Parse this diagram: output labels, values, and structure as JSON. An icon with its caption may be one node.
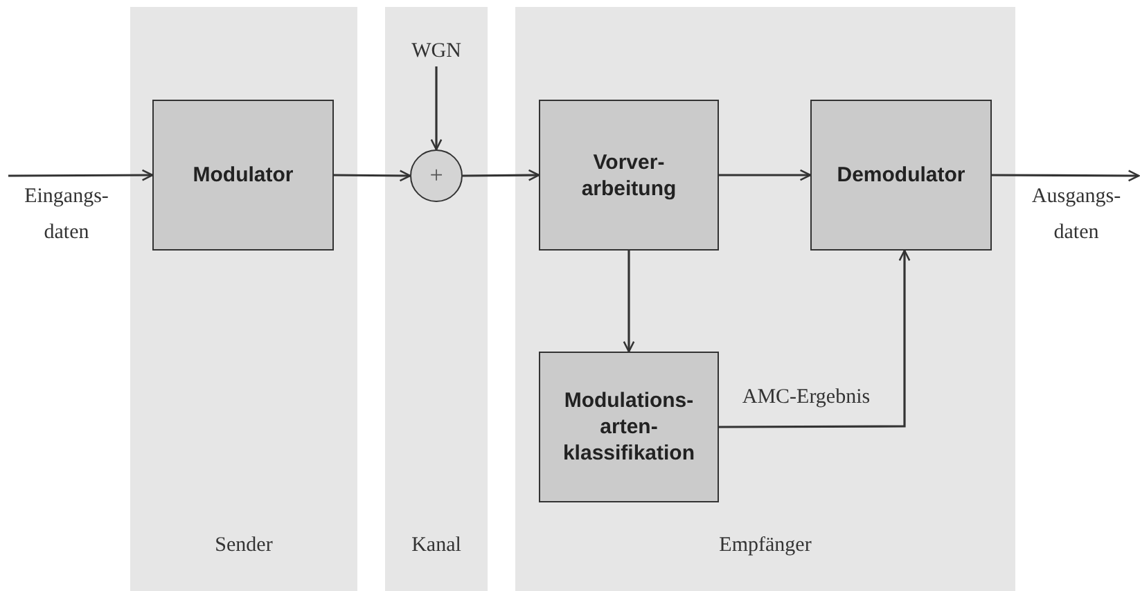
{
  "diagram": {
    "nodes": [
      {
        "text": [
          "Sender"
        ]
      },
      {
        "text": [
          "Kanal"
        ]
      },
      {
        "text": [
          "Empfänger"
        ]
      },
      {
        "text": [
          "Modulator"
        ],
        "in": 0
      },
      {
        "text": [
          "WGN"
        ],
        "in": 1
      },
      {
        "text": [
          "+"
        ],
        "in": 1
      },
      {
        "text": [
          "Vorver- arbeitung"
        ],
        "in": 2
      },
      {
        "text": [
          "Demodulator"
        ],
        "in": 2
      },
      {
        "text": [
          "Modulations- arten- klassifikation"
        ],
        "in": 2
      }
    ],
    "edges": [
      {
        "from": null,
        "to": 3,
        "arrow": "to",
        "label": "Eingangs- daten"
      },
      {
        "from": 3,
        "to": 5,
        "arrow": "to"
      },
      {
        "from": 4,
        "to": 5,
        "arrow": "to"
      },
      {
        "from": 5,
        "to": 6,
        "arrow": "to"
      },
      {
        "from": 6,
        "to": 7,
        "arrow": "to"
      },
      {
        "from": 6,
        "to": 8,
        "arrow": "to"
      },
      {
        "from": 8,
        "to": 7,
        "arrow": "to",
        "label": "AMC-Ergebnis"
      },
      {
        "from": 7,
        "to": null,
        "arrow": "to",
        "label": "Ausgangs- daten"
      }
    ]
  }
}
